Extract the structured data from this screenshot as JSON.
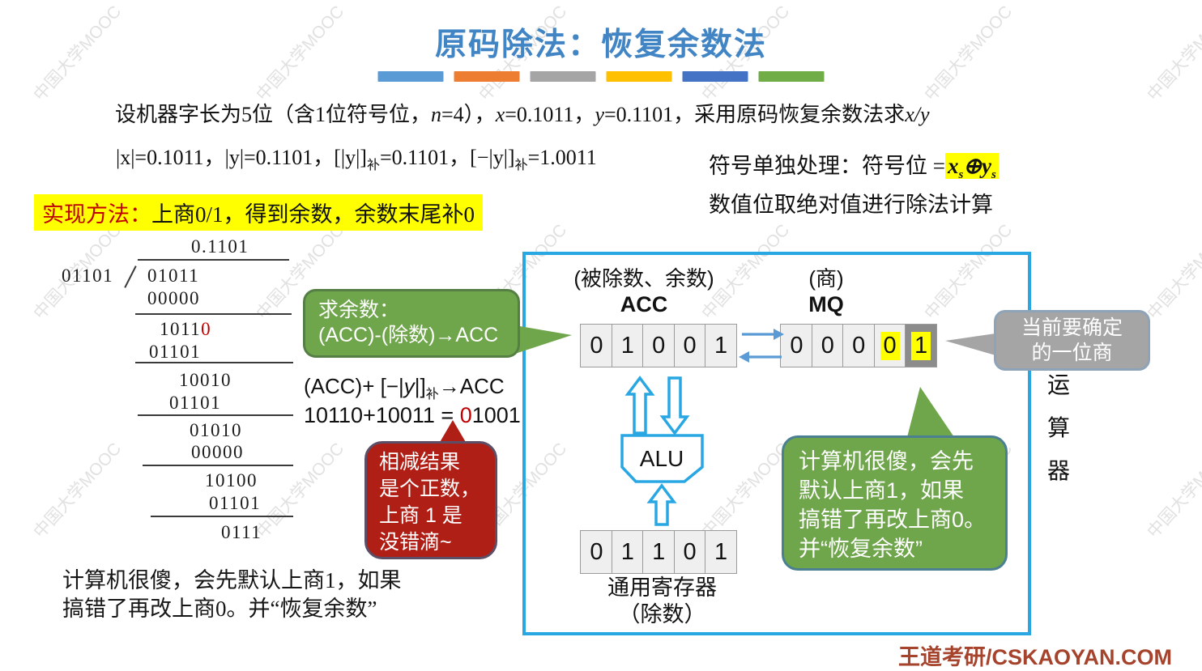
{
  "title": "原码除法：恢复余数法",
  "title_bars": {
    "colors": [
      "#5B9BD5",
      "#ED7D31",
      "#A5A5A5",
      "#FFC000",
      "#4472C4",
      "#70AD47"
    ]
  },
  "watermark": {
    "text": "中国大学MOOC"
  },
  "intro": {
    "seg1": "设机器字长为5位（含1位符号位，",
    "n": "n",
    "seg2": "=4），",
    "x": "x",
    "seg3": "=0.1011，",
    "y": "y",
    "seg4": "=0.1101，采用原码恢复余数法求",
    "xy": "x/y"
  },
  "abs_line": {
    "seg1": "|x|=0.1011，|y|=0.1101，[|y|]",
    "sub1": "补",
    "seg2": "=0.1101，[−|y|]",
    "sub2": "补",
    "seg3": "=1.0011"
  },
  "sign_rule": {
    "line1_prefix": "符号单独处理：符号位 =",
    "xs_x": "x",
    "xs_sub": "s",
    "oplus": "⊕",
    "ys_y": "y",
    "ys_sub": "s",
    "line2": "数值位取绝对值进行除法计算",
    "highlight_color": "#FFFF00"
  },
  "method": {
    "label": "实现方法：",
    "text": "上商0/1，得到余数，余数末尾补0",
    "highlight_color": "#FFFF00",
    "label_color": "#C00000"
  },
  "division": {
    "quotient": "0.1101",
    "divisor": "01101",
    "dividend": "01011",
    "rows": [
      {
        "text": "00000"
      },
      {
        "black": "1011",
        "red": "0"
      },
      {
        "text": "01101"
      },
      {
        "text": "10010"
      },
      {
        "text": "01101"
      },
      {
        "text": "01010"
      },
      {
        "text": "00000"
      },
      {
        "text": "10100"
      },
      {
        "text": "01101"
      },
      {
        "text": "0111"
      }
    ]
  },
  "remainder_bubble": {
    "line1": "求余数：",
    "line2": "(ACC)-(除数)→ACC",
    "fill": "#6FA54B"
  },
  "acc_formula": {
    "seg1": "(ACC)+ [−|",
    "y": "y",
    "seg2": "|]",
    "sub": "补",
    "seg3": "→ACC"
  },
  "calc_line": {
    "seg1": "10110+10011 = ",
    "red": "0",
    "seg2": "1001",
    "red_color": "#C00000"
  },
  "positive_bubble": {
    "lines": [
      "相减结果",
      "是个正数，",
      "上商 1 是",
      "没错滴~"
    ],
    "fill": "#B01F15"
  },
  "operator_unit": {
    "acc_caption": "(被除数、余数)",
    "acc_name": "ACC",
    "acc_cells": [
      "0",
      "1",
      "0",
      "0",
      "1"
    ],
    "mq_caption": "(商)",
    "mq_name": "MQ",
    "mq_cells": [
      "0",
      "0",
      "0",
      "0",
      "1"
    ],
    "alu_label": "ALU",
    "gpr_cells": [
      "0",
      "1",
      "1",
      "0",
      "1"
    ],
    "gpr_caption1": "通用寄存器",
    "gpr_caption2": "（除数）",
    "side_label_chars": [
      "运",
      "算",
      "器"
    ],
    "border_color": "#29A7E3"
  },
  "current_bubble": {
    "line1": "当前要确定",
    "line2": "的一位商",
    "fill": "#A5A5A5"
  },
  "dumb_bubble": {
    "lines": [
      "计算机很傻，会先",
      "默认上商1，如果",
      "搞错了再改上商0。",
      "并“恢复余数”"
    ],
    "fill": "#6FA54B"
  },
  "bottom_note": {
    "line1": "计算机很傻，会先默认上商1，如果",
    "line2": "搞错了再改上商0。并“恢复余数”"
  },
  "footer": {
    "brand": "王道考研/CSKAOYAN.COM",
    "color": "#A5432D"
  }
}
